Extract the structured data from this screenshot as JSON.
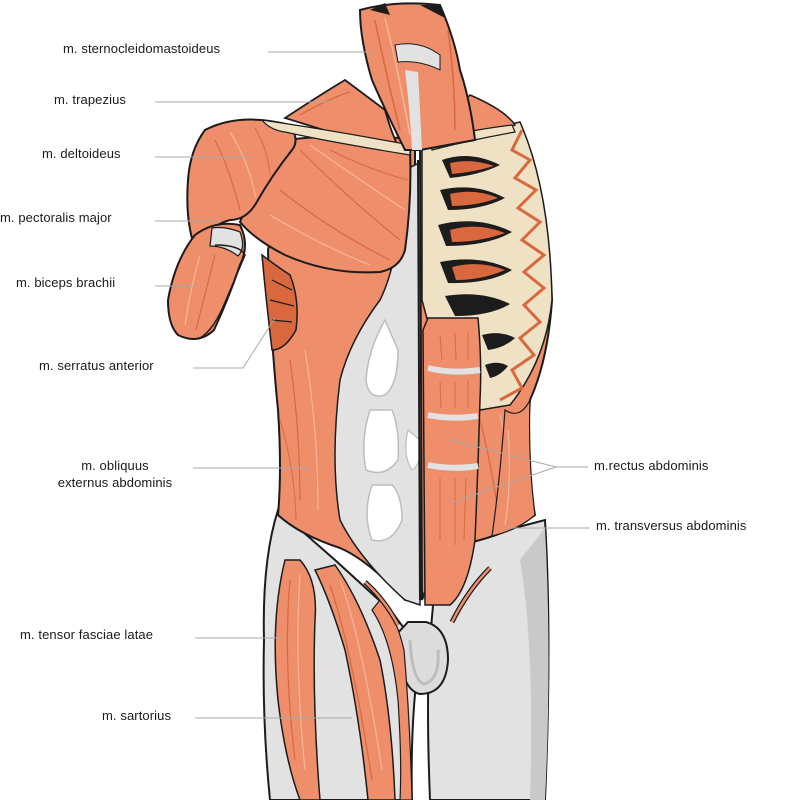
{
  "colors": {
    "muscle": "#ee8e6b",
    "muscle_dark": "#d9683f",
    "muscle_light": "#f7b79a",
    "fascia": "#e2e2e2",
    "fascia_shadow": "#c7c7c7",
    "bone": "#efe2c4",
    "bone_dark": "#e0cfa6",
    "outline": "#1c1c1c",
    "leader": "#aaaaaa"
  },
  "labels": {
    "sternocleidomastoideus": "m. sternocleidomastoideus",
    "trapezius": "m. trapezius",
    "deltoideus": "m. deltoideus",
    "pectoralis": "m. pectoralis major",
    "biceps": "m. biceps brachii",
    "serratus": "m. serratus anterior",
    "obliquus_line1": "m. obliquus",
    "obliquus_line2": "externus abdominis",
    "rectus": "m.rectus abdominis",
    "transversus": "m. transversus abdominis",
    "tensor": "m. tensor fasciae latae",
    "sartorius": "m. sartorius"
  }
}
